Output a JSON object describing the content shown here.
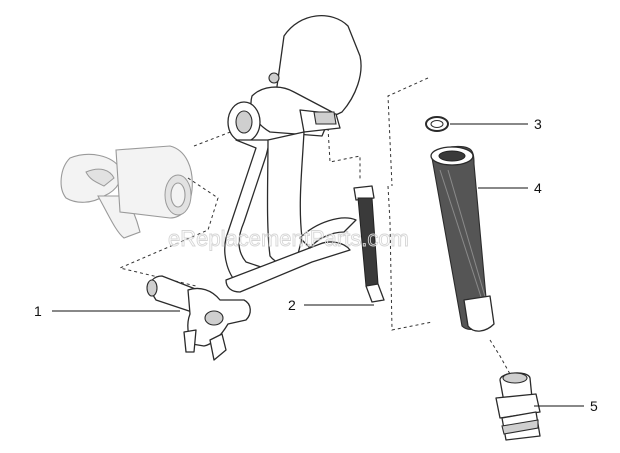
{
  "watermark": "eReplacementParts.com",
  "callouts": [
    {
      "label": "1"
    },
    {
      "label": "2"
    },
    {
      "label": "3"
    },
    {
      "label": "4"
    },
    {
      "label": "5"
    }
  ],
  "parts": [
    {
      "id": "tip-guard-assembly",
      "callout": "1"
    },
    {
      "id": "filter",
      "callout": "2"
    },
    {
      "id": "o-ring",
      "callout": "3"
    },
    {
      "id": "handle-extension",
      "callout": "4"
    },
    {
      "id": "swivel-fitting",
      "callout": "5"
    }
  ],
  "colors": {
    "line": "#2b2b2b",
    "ghost": "#9a9a9a",
    "watermark": "#d6d6d6"
  }
}
